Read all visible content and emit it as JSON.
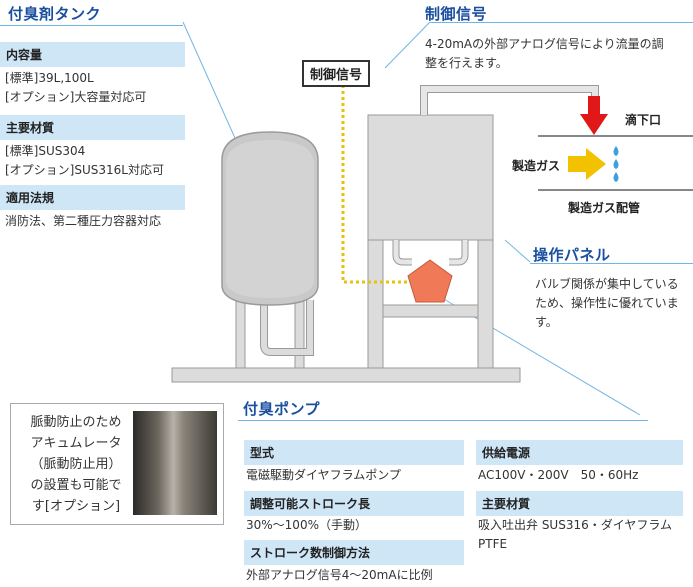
{
  "tank": {
    "title": "付臭剤タンク",
    "specs": [
      {
        "label": "内容量",
        "value": "[標準]39L,100L\n[オプション]大容量対応可"
      },
      {
        "label": "主要材質",
        "value": "[標準]SUS304\n[オプション]SUS316L対応可"
      },
      {
        "label": "適用法規",
        "value": "消防法、第二種圧力容器対応"
      }
    ]
  },
  "control": {
    "title": "制御信号",
    "description": "4-20mAの外部アナログ信号により流量の調\n整を行えます。",
    "box_label": "制御信号"
  },
  "pipe": {
    "drip_label": "滴下口",
    "gas_label": "製造ガス",
    "pipe_label": "製造ガス配管"
  },
  "panel": {
    "title": "操作パネル",
    "description": "バルブ関係が集中している\nため、操作性に優れていま\nす。"
  },
  "accumulator": {
    "text": "脈動防止のため\nアキュムレータ\n（脈動防止用）\nの設置も可能で\nす[オプション]"
  },
  "pump": {
    "title": "付臭ポンプ",
    "left_specs": [
      {
        "label": "型式",
        "value": "電磁駆動ダイヤフラムポンプ"
      },
      {
        "label": "調整可能ストローク長",
        "value": "30%〜100%（手動）"
      },
      {
        "label": "ストローク数制御方法",
        "value": "外部アナログ信号4〜20mAに比例"
      }
    ],
    "right_specs": [
      {
        "label": "供給電源",
        "value": "AC100V・200V　50・60Hz"
      },
      {
        "label": "主要材質",
        "value": "吸入吐出弁 SUS316・ダイヤフラム\nPTFE"
      }
    ]
  },
  "colors": {
    "accent": "#1a4fa0",
    "spec_bar": "#cfe6f7",
    "leader_line": "#6fb6e4",
    "equipment_fill": "#dcdcdc",
    "equipment_stroke": "#9a9a9a",
    "signal_line": "#e8c20a",
    "drip_arrow": "#e01818",
    "gas_arrow": "#f2c200",
    "drop": "#3aa0e0",
    "pentagon": "#f07a58"
  }
}
